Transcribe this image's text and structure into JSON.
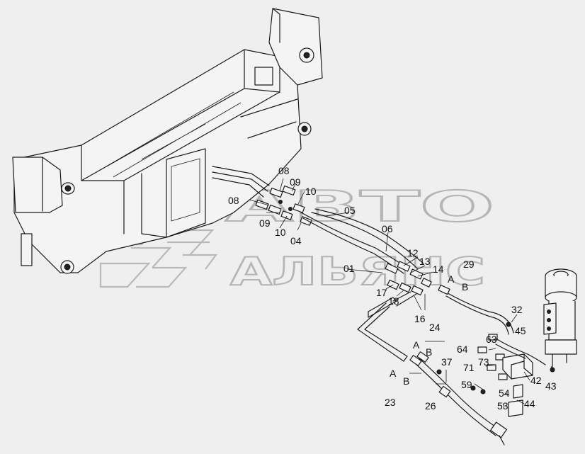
{
  "watermark": {
    "line1": "АВТО",
    "line2": "АЛЬЯНС"
  },
  "labels": {
    "l08a": "08",
    "l08b": "08",
    "l09a": "09",
    "l09b": "09",
    "l10a": "10",
    "l10b": "10",
    "l04": "04",
    "l05": "05",
    "l06": "06",
    "l01": "01",
    "l12": "12",
    "l13": "13",
    "l14": "14",
    "l17": "17",
    "l18": "18",
    "l16": "16",
    "l29": "29",
    "lA1": "A",
    "lB1": "B",
    "l32": "32",
    "l45": "45",
    "l63": "63",
    "l64": "64",
    "l73": "73",
    "l71": "71",
    "l59": "59",
    "l37": "37",
    "l54": "54",
    "l53": "53",
    "l42": "42",
    "l43": "43",
    "l44": "44",
    "l24": "24",
    "lA2": "A",
    "lB2": "B",
    "lA3": "A",
    "lB3": "B",
    "l23": "23",
    "l26": "26"
  }
}
